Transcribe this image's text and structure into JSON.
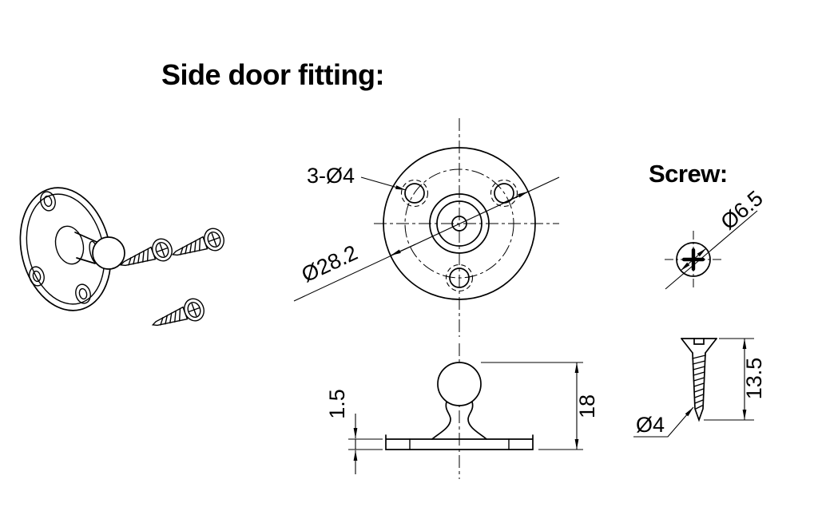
{
  "page": {
    "title": "Side door fitting:",
    "background_color": "#ffffff",
    "line_color": "#000000"
  },
  "views": {
    "top": {
      "holes_label": "3-Ø4",
      "plate_diameter_label": "Ø28.2"
    },
    "side": {
      "plate_thickness_label": "1.5",
      "height_label": "18"
    },
    "screw": {
      "heading": "Screw:",
      "head_diameter_label": "Ø6.5",
      "length_label": "13.5",
      "thread_diameter_label": "Ø4"
    }
  }
}
